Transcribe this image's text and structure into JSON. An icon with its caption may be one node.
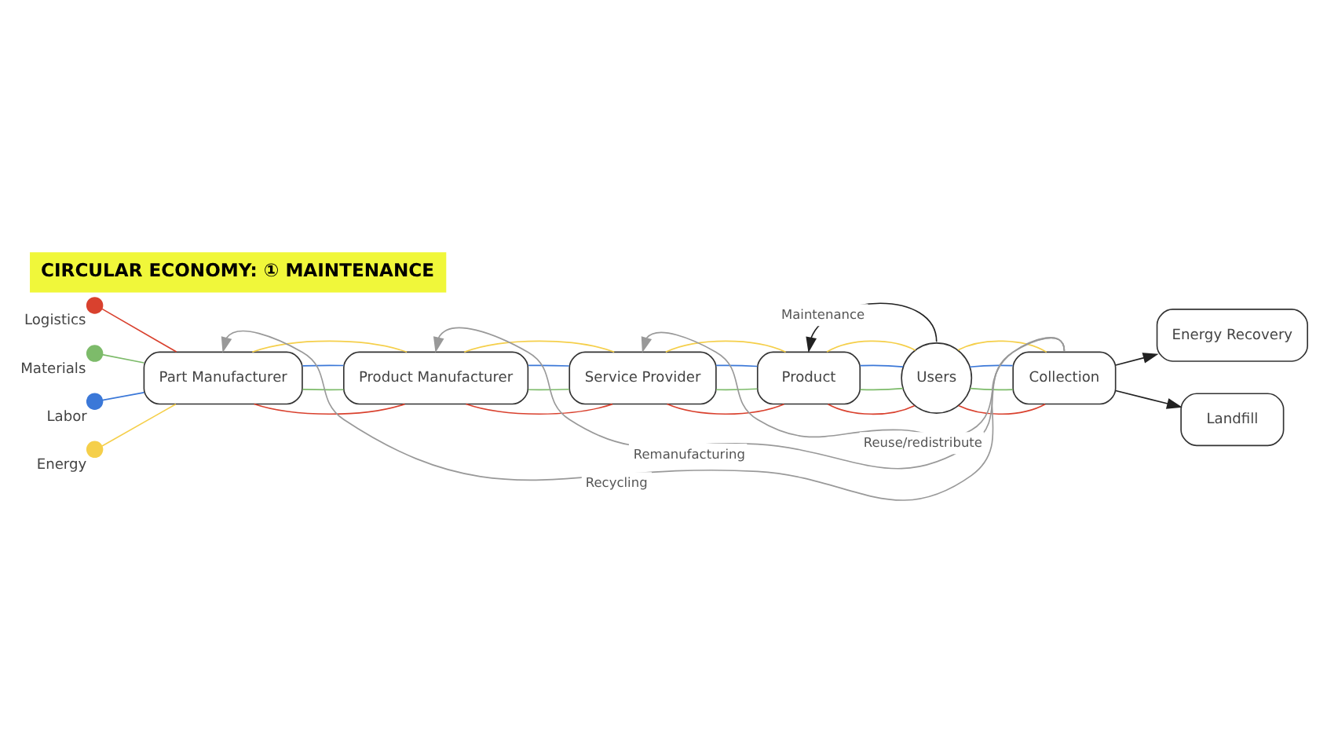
{
  "diagram": {
    "title": "CIRCULAR ECONOMY: ① MAINTENANCE",
    "nodes": [
      {
        "text": [],
        "shape": "circle",
        "beside": [
          "Logistics"
        ]
      },
      {
        "text": [],
        "shape": "circle",
        "beside": [
          "Materials"
        ]
      },
      {
        "text": [],
        "shape": "circle",
        "beside": [
          "Labor"
        ]
      },
      {
        "text": [],
        "shape": "circle",
        "beside": [
          "Energy"
        ]
      },
      {
        "text": [
          "Part Manufacturer"
        ]
      },
      {
        "text": [
          "Product Manufacturer"
        ]
      },
      {
        "text": [
          "Service Provider"
        ]
      },
      {
        "text": [
          "Product"
        ]
      },
      {
        "text": [
          "Users"
        ]
      },
      {
        "text": [
          "Collection"
        ]
      },
      {
        "text": [
          "Energy Recovery"
        ]
      },
      {
        "text": [
          "Landfill"
        ]
      }
    ],
    "edges": [
      {
        "from": 0,
        "to": 4,
        "arrow": "none",
        "color": "#d9412e"
      },
      {
        "from": 1,
        "to": 4,
        "arrow": "none",
        "color": "#7dbb6a"
      },
      {
        "from": 2,
        "to": 4,
        "arrow": "none",
        "color": "#3b78d8"
      },
      {
        "from": 3,
        "to": 4,
        "arrow": "none",
        "color": "#f5cf4a"
      },
      {
        "from": 4,
        "to": 5,
        "arrow": "none",
        "color": "#d9412e"
      },
      {
        "from": 4,
        "to": 5,
        "arrow": "none",
        "color": "#7dbb6a"
      },
      {
        "from": 4,
        "to": 5,
        "arrow": "none",
        "color": "#3b78d8"
      },
      {
        "from": 4,
        "to": 5,
        "arrow": "none",
        "color": "#f5cf4a"
      },
      {
        "from": 5,
        "to": 6,
        "arrow": "none",
        "color": "#d9412e"
      },
      {
        "from": 5,
        "to": 6,
        "arrow": "none",
        "color": "#7dbb6a"
      },
      {
        "from": 5,
        "to": 6,
        "arrow": "none",
        "color": "#3b78d8"
      },
      {
        "from": 5,
        "to": 6,
        "arrow": "none",
        "color": "#f5cf4a"
      },
      {
        "from": 6,
        "to": 7,
        "arrow": "none",
        "color": "#d9412e"
      },
      {
        "from": 6,
        "to": 7,
        "arrow": "none",
        "color": "#7dbb6a"
      },
      {
        "from": 6,
        "to": 7,
        "arrow": "none",
        "color": "#3b78d8"
      },
      {
        "from": 6,
        "to": 7,
        "arrow": "none",
        "color": "#f5cf4a"
      },
      {
        "from": 7,
        "to": 8,
        "arrow": "none",
        "color": "#d9412e"
      },
      {
        "from": 7,
        "to": 8,
        "arrow": "none",
        "color": "#7dbb6a"
      },
      {
        "from": 7,
        "to": 8,
        "arrow": "none",
        "color": "#3b78d8"
      },
      {
        "from": 7,
        "to": 8,
        "arrow": "none",
        "color": "#f5cf4a"
      },
      {
        "from": 8,
        "to": 9,
        "arrow": "none",
        "color": "#d9412e"
      },
      {
        "from": 8,
        "to": 9,
        "arrow": "none",
        "color": "#7dbb6a"
      },
      {
        "from": 8,
        "to": 9,
        "arrow": "none",
        "color": "#3b78d8"
      },
      {
        "from": 8,
        "to": 9,
        "arrow": "none",
        "color": "#f5cf4a"
      },
      {
        "from": 8,
        "to": 7,
        "arrow": "to",
        "label": "Maintenance",
        "color": "#222222"
      },
      {
        "from": 9,
        "to": 6,
        "arrow": "to",
        "label": "Reuse/redistribute",
        "color": "#999999"
      },
      {
        "from": 9,
        "to": 5,
        "arrow": "to",
        "label": "Remanufacturing",
        "color": "#999999"
      },
      {
        "from": 9,
        "to": 4,
        "arrow": "to",
        "label": "Recycling",
        "color": "#999999"
      },
      {
        "from": 9,
        "to": 10,
        "arrow": "to",
        "color": "#222222"
      },
      {
        "from": 9,
        "to": 11,
        "arrow": "to",
        "color": "#222222"
      }
    ]
  }
}
